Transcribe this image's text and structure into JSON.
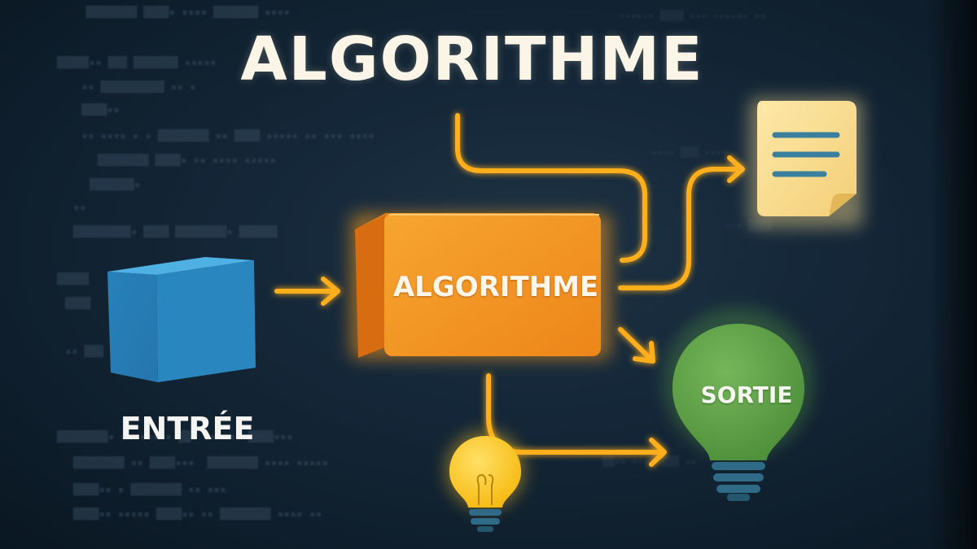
{
  "title": "ALGORITHME",
  "nodes": {
    "input": {
      "label": "ENTRÉE",
      "icon": "cube-icon",
      "color": "#2f8bc4"
    },
    "process": {
      "label": "ALGORITHME",
      "icon": "orange-block",
      "color": "#f2961f"
    },
    "document": {
      "icon": "document-icon",
      "color": "#f7d98b"
    },
    "output": {
      "label": "SORTIE",
      "icon": "lightbulb-icon",
      "color": "#5b9e45"
    },
    "idea": {
      "icon": "lightbulb-icon",
      "color": "#ffc51f"
    }
  },
  "colors": {
    "arrow": "#ffae1f",
    "background": "#15283a"
  }
}
